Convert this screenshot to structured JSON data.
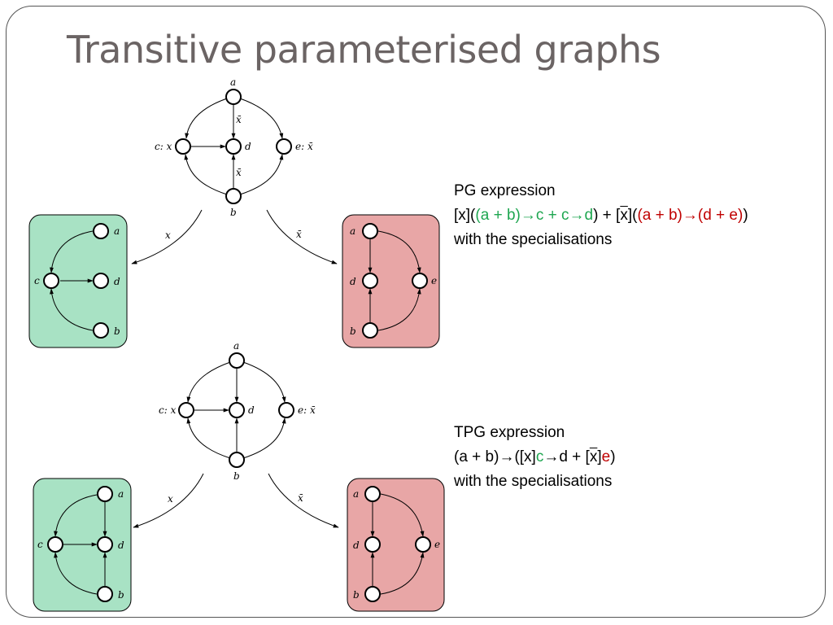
{
  "title": "Transitive parameterised graphs",
  "pg": {
    "heading": "PG expression",
    "line2": [
      {
        "t": "[x](",
        "c": ""
      },
      {
        "t": "(a + b)→c + c→d",
        "c": "green"
      },
      {
        "t": ") + [",
        "c": ""
      },
      {
        "t": "x",
        "c": "xbar"
      },
      {
        "t": "](",
        "c": ""
      },
      {
        "t": "(a + b)→(d + e)",
        "c": "red"
      },
      {
        "t": ")",
        "c": ""
      }
    ],
    "footer": "with the specialisations"
  },
  "tpg": {
    "heading": "TPG expression",
    "line2": [
      {
        "t": "(a + b)→([x]",
        "c": ""
      },
      {
        "t": "c",
        "c": "green"
      },
      {
        "t": "→d + [",
        "c": ""
      },
      {
        "t": "x",
        "c": "xbar"
      },
      {
        "t": "]",
        "c": ""
      },
      {
        "t": "e",
        "c": "red"
      },
      {
        "t": ")",
        "c": ""
      }
    ],
    "footer": "with the specialisations"
  },
  "labels": {
    "a": "a",
    "b": "b",
    "d": "d",
    "c": "c",
    "e": "e",
    "c_x": "c: x",
    "e_xbar": "e: x̄",
    "x": "x",
    "xbar": "x̄"
  },
  "colors": {
    "green_box": "#a8e2c4",
    "red_box": "#e8a6a6",
    "green_text": "#1ea650",
    "red_text": "#c00000",
    "title": "#6b6464"
  }
}
